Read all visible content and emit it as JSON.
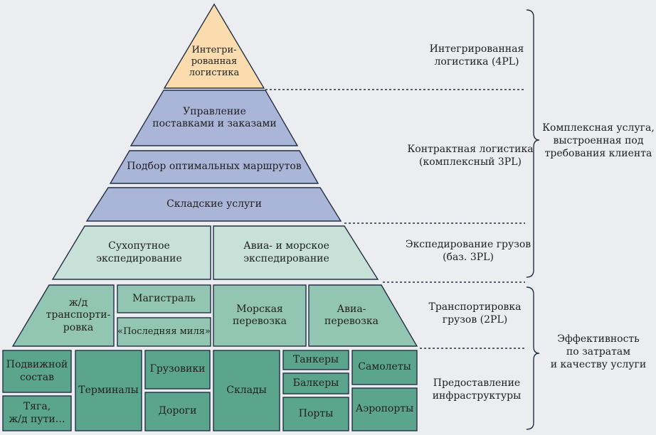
{
  "colors": {
    "background": "#ecedf1",
    "apex": "#fbdcae",
    "purple": "#aab6d8",
    "mint": "#c7e0d8",
    "teal": "#93c5b3",
    "dark_teal": "#5aa58c",
    "outline": "#233044"
  },
  "pyramid": {
    "apex": "Интегри-\nрованная\nлогистика",
    "management": "Управление\nпоставками и заказами",
    "routes": "Подбор оптимальных маршрутов",
    "warehouse_services": "Складские услуги",
    "land_forwarding": "Сухопутное\nэкспедирование",
    "air_sea_forwarding": "Авиа- и морское\nэкспедирование",
    "rail": "ж/д\nтранспорти-\nровка",
    "trunk": "Магистраль",
    "last_mile": "«Последняя миля»",
    "sea_transport": "Морская\nперевозка",
    "air_transport": "Авиа-\nперевозка",
    "rolling_stock": "Подвижной\nсостав",
    "traction": "Тяга,\nж/д пути…",
    "terminals": "Терминалы",
    "trucks": "Грузовики",
    "roads": "Дороги",
    "warehouses": "Склады",
    "tankers": "Танкеры",
    "bulkers": "Балкеры",
    "ports": "Порты",
    "airplanes": "Самолеты",
    "airports": "Аэропорты"
  },
  "levels": {
    "integrated": "Интегрированная\nлогистика (4PL)",
    "contract": "Контрактная логистика\n(комплексный 3PL)",
    "forwarding": "Экспедирование грузов\n(баз. 3PL)",
    "transportation": "Транспортировка\nгрузов (2PL)",
    "infrastructure": "Предоставление\nинфраструктуры"
  },
  "brackets": {
    "complex": "Комплексная услуга,\nвыстроенная под\nтребования клиента",
    "efficiency": "Эффективность\nпо затратам\nи качеству услуги"
  }
}
